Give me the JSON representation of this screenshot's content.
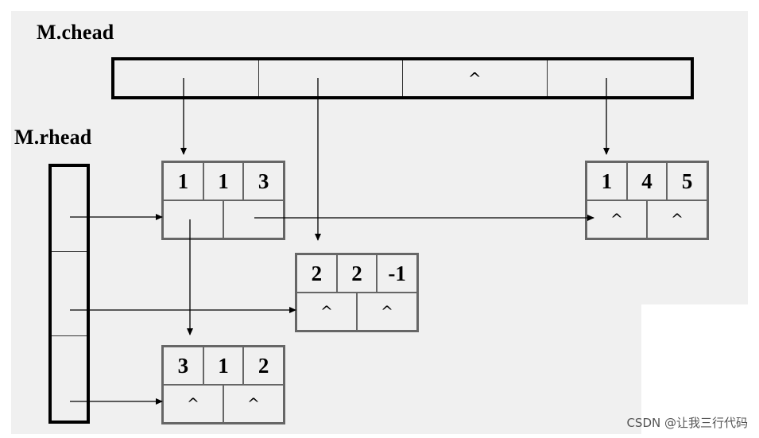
{
  "chead_title": "M.chead",
  "rhead_title": "M.rhead",
  "col_vector": [
    "",
    "",
    "^",
    ""
  ],
  "row_vector": [
    "",
    "",
    ""
  ],
  "nodes": [
    {
      "row": "1",
      "col": "1",
      "val": "3",
      "down": "",
      "right": ""
    },
    {
      "row": "2",
      "col": "2",
      "val": "-1",
      "down": "^",
      "right": "^"
    },
    {
      "row": "3",
      "col": "1",
      "val": "2",
      "down": "^",
      "right": "^"
    },
    {
      "row": "1",
      "col": "4",
      "val": "5",
      "down": "^",
      "right": "^"
    }
  ],
  "watermark": "CSDN @让我三行代码"
}
